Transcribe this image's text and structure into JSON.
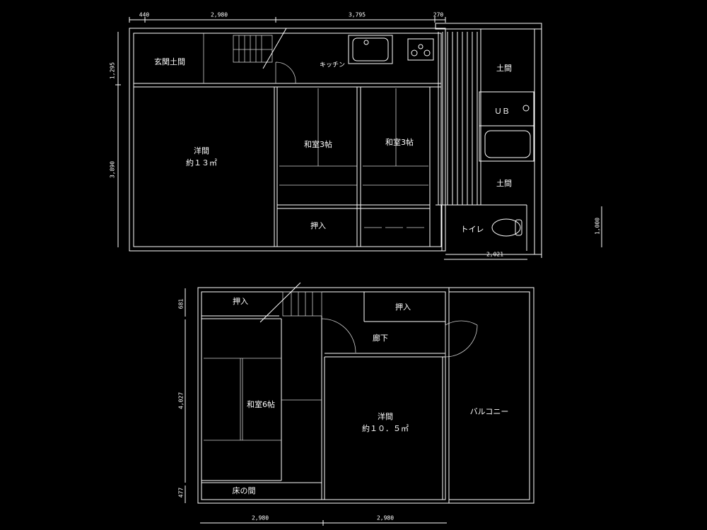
{
  "colors": {
    "background": "#000000",
    "lines": "#ffffff"
  },
  "floor1": {
    "dimensions_top": [
      "440",
      "2,980",
      "3,795",
      "270"
    ],
    "dimensions_left": [
      "1,295",
      "3,890"
    ],
    "dimension_bottom_right": "2,021",
    "dimension_right": "1,000",
    "rooms": {
      "genkan": "玄関土間",
      "kitchen": "キッチン",
      "western_name": "洋間",
      "western_area": "約１３㎡",
      "washitsu_a": "和室3帖",
      "washitsu_b": "和室3帖",
      "closet": "押入",
      "doma_top": "土間",
      "unit_bath": "ＵＢ",
      "doma_bottom": "土間",
      "toilet": "トイレ"
    }
  },
  "floor2": {
    "dimensions_left": [
      "681",
      "4,027",
      "477"
    ],
    "dimensions_bottom": [
      "2,980",
      "2,980"
    ],
    "rooms": {
      "closet_left": "押入",
      "closet_right": "押入",
      "hallway": "廊下",
      "washitsu": "和室6帖",
      "tokonoma": "床の間",
      "western_name": "洋間",
      "western_area": "約１０．５㎡",
      "balcony": "バルコニー"
    }
  }
}
